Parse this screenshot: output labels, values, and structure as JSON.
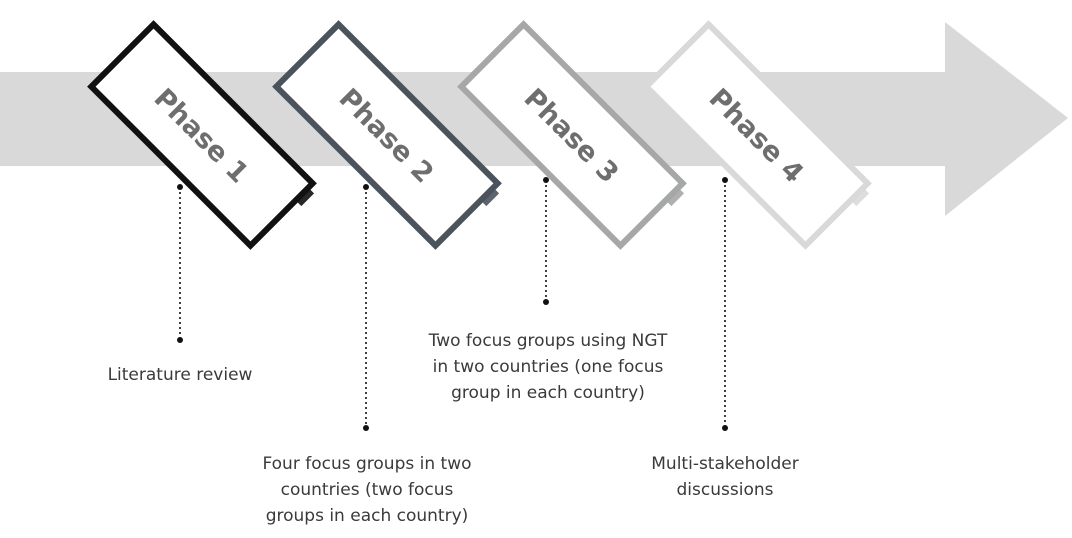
{
  "colors": {
    "arrow": "#d9d9d9",
    "phase1": "#111111",
    "phase2": "#4b535c",
    "phase3": "#a6a8a7",
    "phase4": "#d9d9d9",
    "label": "#6e6e6e",
    "text": "#3a3a3a"
  },
  "phases": [
    {
      "label": "Phase 1",
      "description": [
        "Literature review"
      ]
    },
    {
      "label": "Phase 2",
      "description": [
        "Four focus groups in two",
        "countries (two focus",
        "groups in each country)"
      ]
    },
    {
      "label": "Phase 3",
      "description": [
        "Two focus groups using NGT",
        "in two countries (one focus",
        "group in each country)"
      ]
    },
    {
      "label": "Phase 4",
      "description": [
        "Multi-stakeholder",
        "discussions"
      ]
    }
  ]
}
